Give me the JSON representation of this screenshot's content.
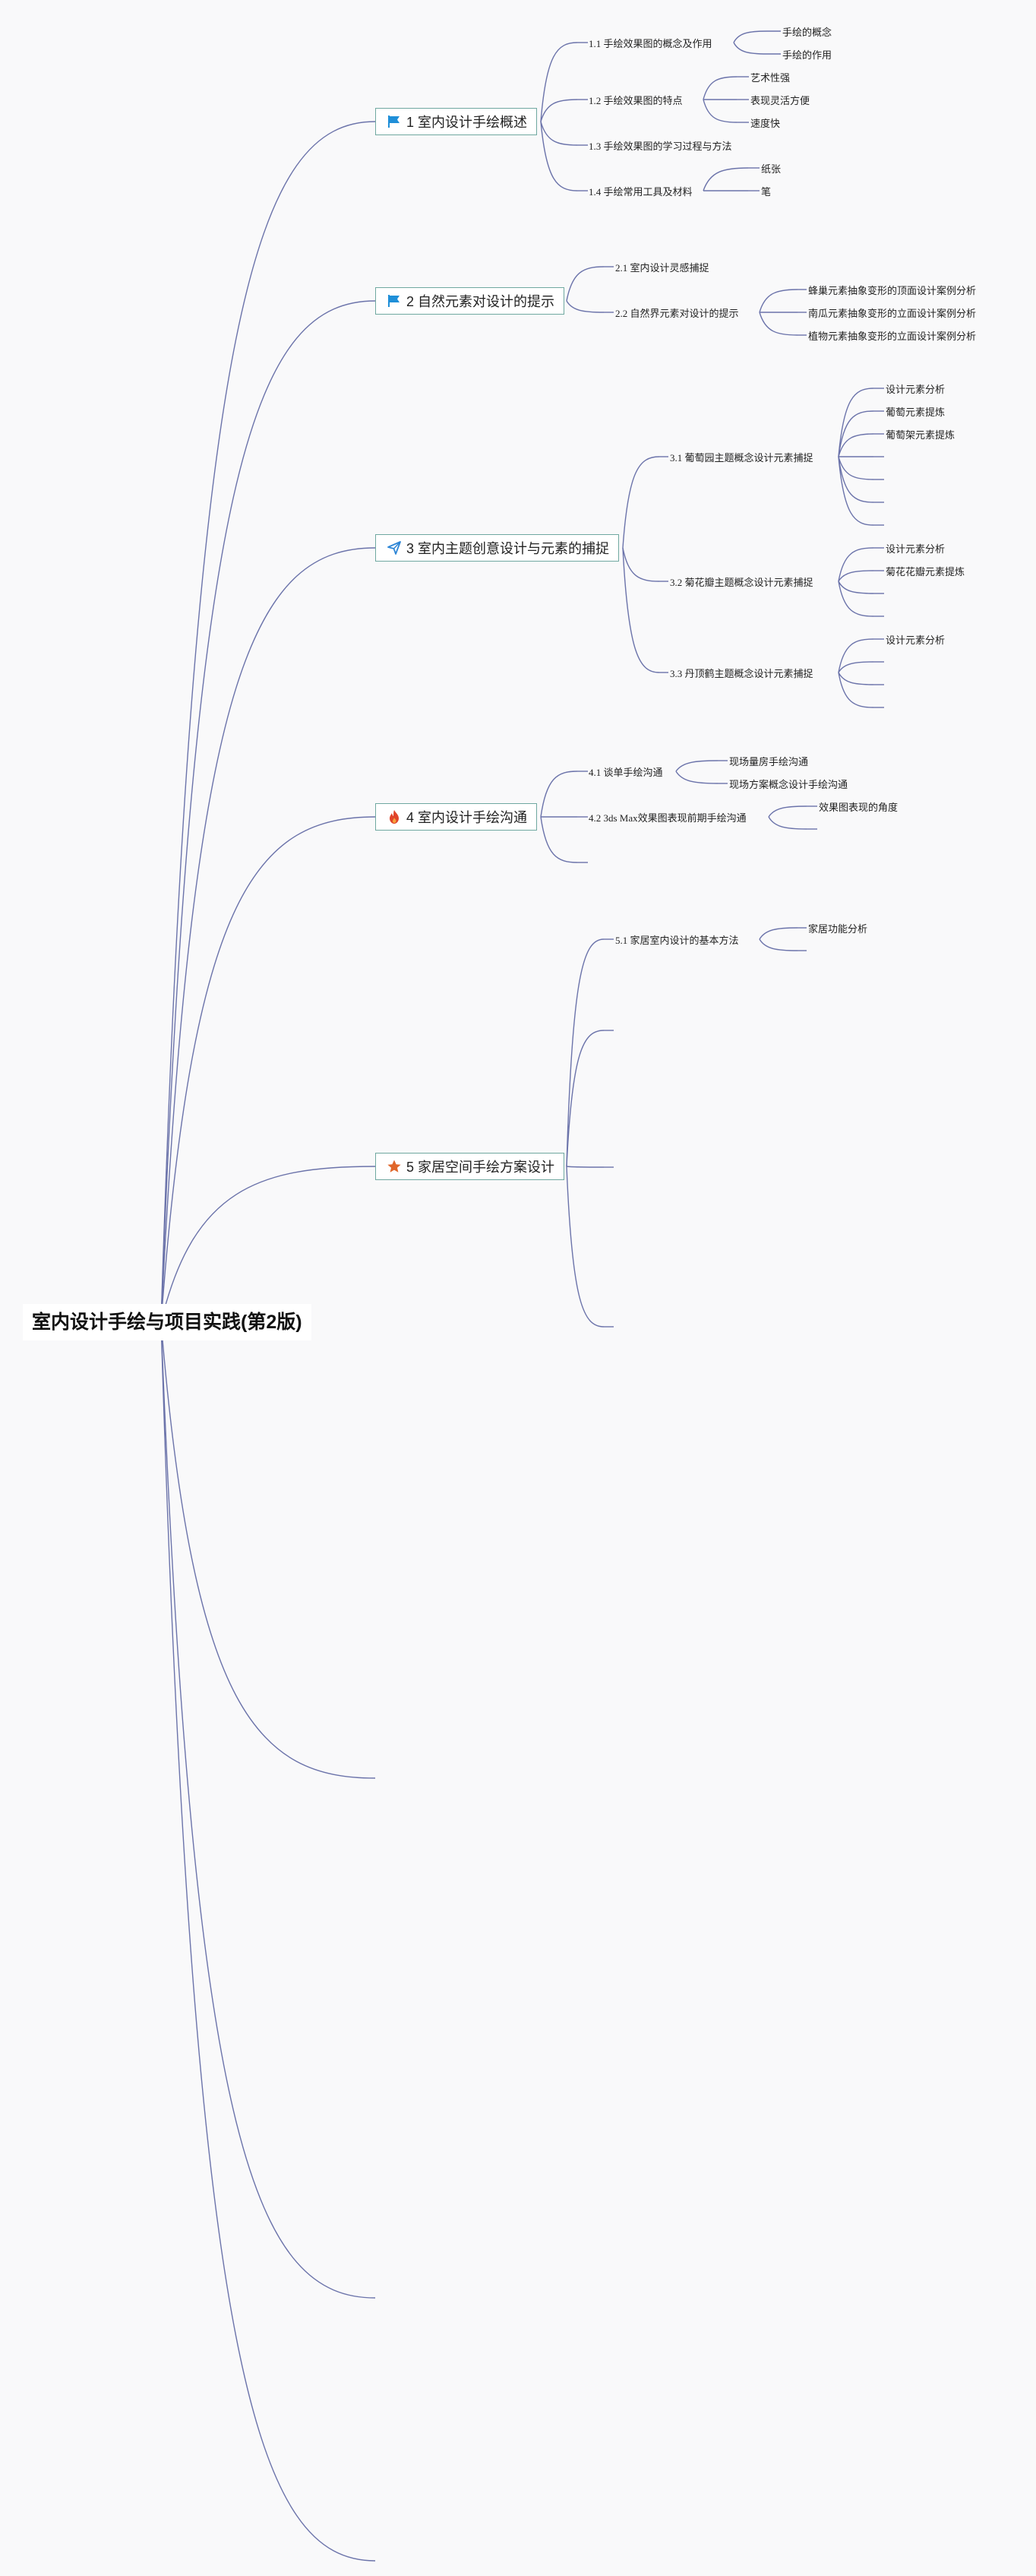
{
  "root": {
    "title": "室内设计手绘与项目实践(第2版)"
  },
  "chapters": [
    {
      "label": "1 室内设计手绘概述",
      "icon": "flag-icon",
      "icon_color": "#1f8fd8",
      "sections": [
        {
          "label": "1.1 手绘效果图的概念及作用",
          "children": [
            "手绘的概念",
            "手绘的作用"
          ]
        },
        {
          "label": "1.2 手绘效果图的特点",
          "children": [
            "艺术性强",
            "表现灵活方便",
            "速度快"
          ]
        },
        {
          "label": "1.3 手绘效果图的学习过程与方法",
          "children": []
        },
        {
          "label": "1.4 手绘常用工具及材料",
          "children": [
            "纸张",
            "笔"
          ]
        }
      ]
    },
    {
      "label": "2 自然元素对设计的提示",
      "icon": "flag-icon",
      "icon_color": "#1f8fd8",
      "sections": [
        {
          "label": "2.1 室内设计灵感捕捉",
          "children": []
        },
        {
          "label": "2.2 自然界元素对设计的提示",
          "children": [
            "蜂巢元素抽象变形的顶面设计案例分析",
            "南瓜元素抽象变形的立面设计案例分析",
            "植物元素抽象变形的立面设计案例分析"
          ]
        }
      ]
    },
    {
      "label": "3 室内主题创意设计与元素的捕捉",
      "icon": "paper-plane-icon",
      "icon_color": "#2e86d6",
      "sections": [
        {
          "label": "3.1 葡萄园主题概念设计元素捕捉",
          "children": [
            "设计元素分析",
            "葡萄元素提炼",
            "葡萄架元素提炼",
            "",
            "",
            "",
            ""
          ]
        },
        {
          "label": "3.2 菊花瓣主题概念设计元素捕捉",
          "children": [
            "设计元素分析",
            "菊花花瓣元素提炼",
            "",
            ""
          ]
        },
        {
          "label": "3.3 丹顶鹤主题概念设计元素捕捉",
          "children": [
            "设计元素分析",
            "",
            "",
            ""
          ]
        }
      ]
    },
    {
      "label": "4 室内设计手绘沟通",
      "icon": "flame-icon",
      "icon_color": "#e0442a",
      "sections": [
        {
          "label": "4.1 谈单手绘沟通",
          "children": [
            "现场量房手绘沟通",
            "现场方案概念设计手绘沟通"
          ]
        },
        {
          "label": "4.2 3ds Max效果图表现前期手绘沟通",
          "children": [
            "效果图表现的角度",
            ""
          ]
        },
        {
          "label": "",
          "children": []
        }
      ]
    },
    {
      "label": "5 家居空间手绘方案设计",
      "icon": "star-icon",
      "icon_color": "#e0662a",
      "sections": [
        {
          "label": "5.1 家居室内设计的基本方法",
          "children": [
            "家居功能分析",
            ""
          ]
        },
        {
          "label": "",
          "children": []
        },
        {
          "label": "",
          "children": []
        },
        {
          "label": "",
          "children": []
        }
      ]
    }
  ]
}
